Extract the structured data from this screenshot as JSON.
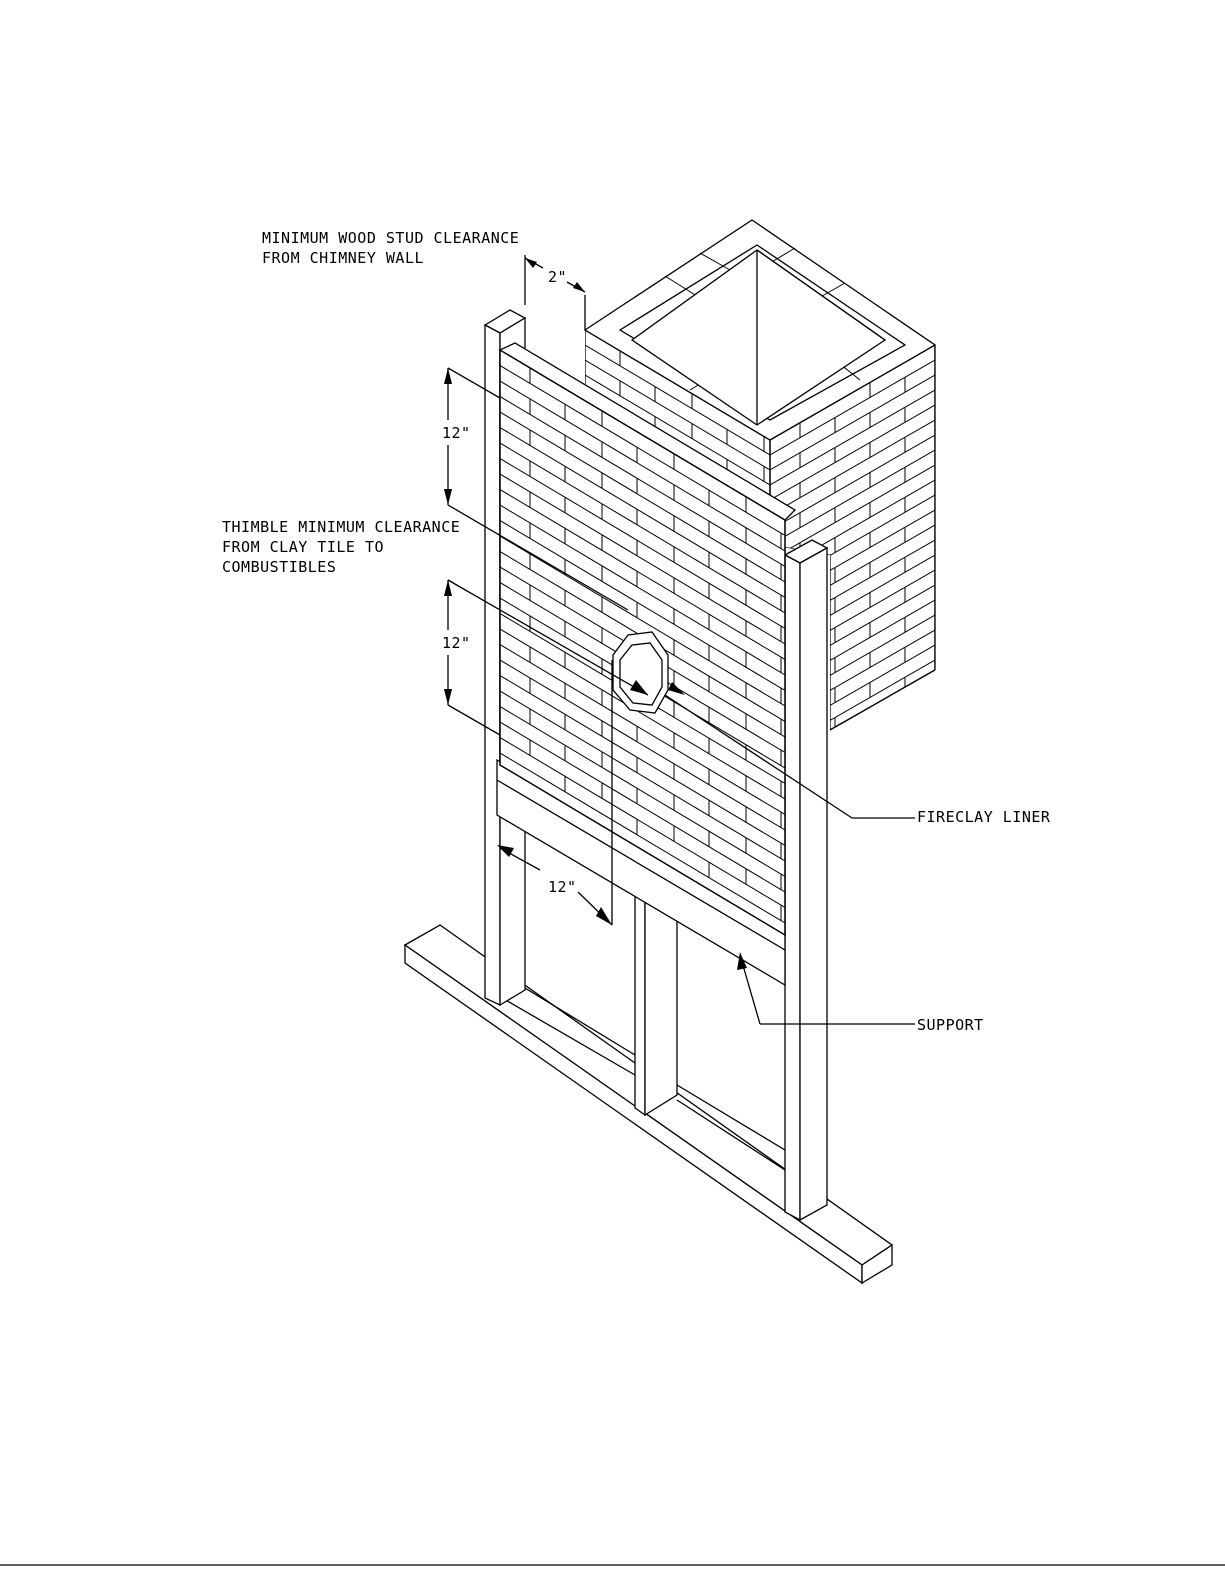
{
  "labels": {
    "stud_clearance_line1": "MINIMUM WOOD STUD CLEARANCE",
    "stud_clearance_line2": "FROM CHIMNEY WALL",
    "thimble_line1": "THIMBLE MINIMUM CLEARANCE",
    "thimble_line2": "FROM CLAY TILE TO",
    "thimble_line3": "COMBUSTIBLES",
    "fireclay_liner": "FIRECLAY LINER",
    "support": "SUPPORT"
  },
  "dimensions": {
    "stud_gap": "2\"",
    "upper_vertical": "12\"",
    "lower_vertical": "12\"",
    "horizontal": "12\""
  }
}
